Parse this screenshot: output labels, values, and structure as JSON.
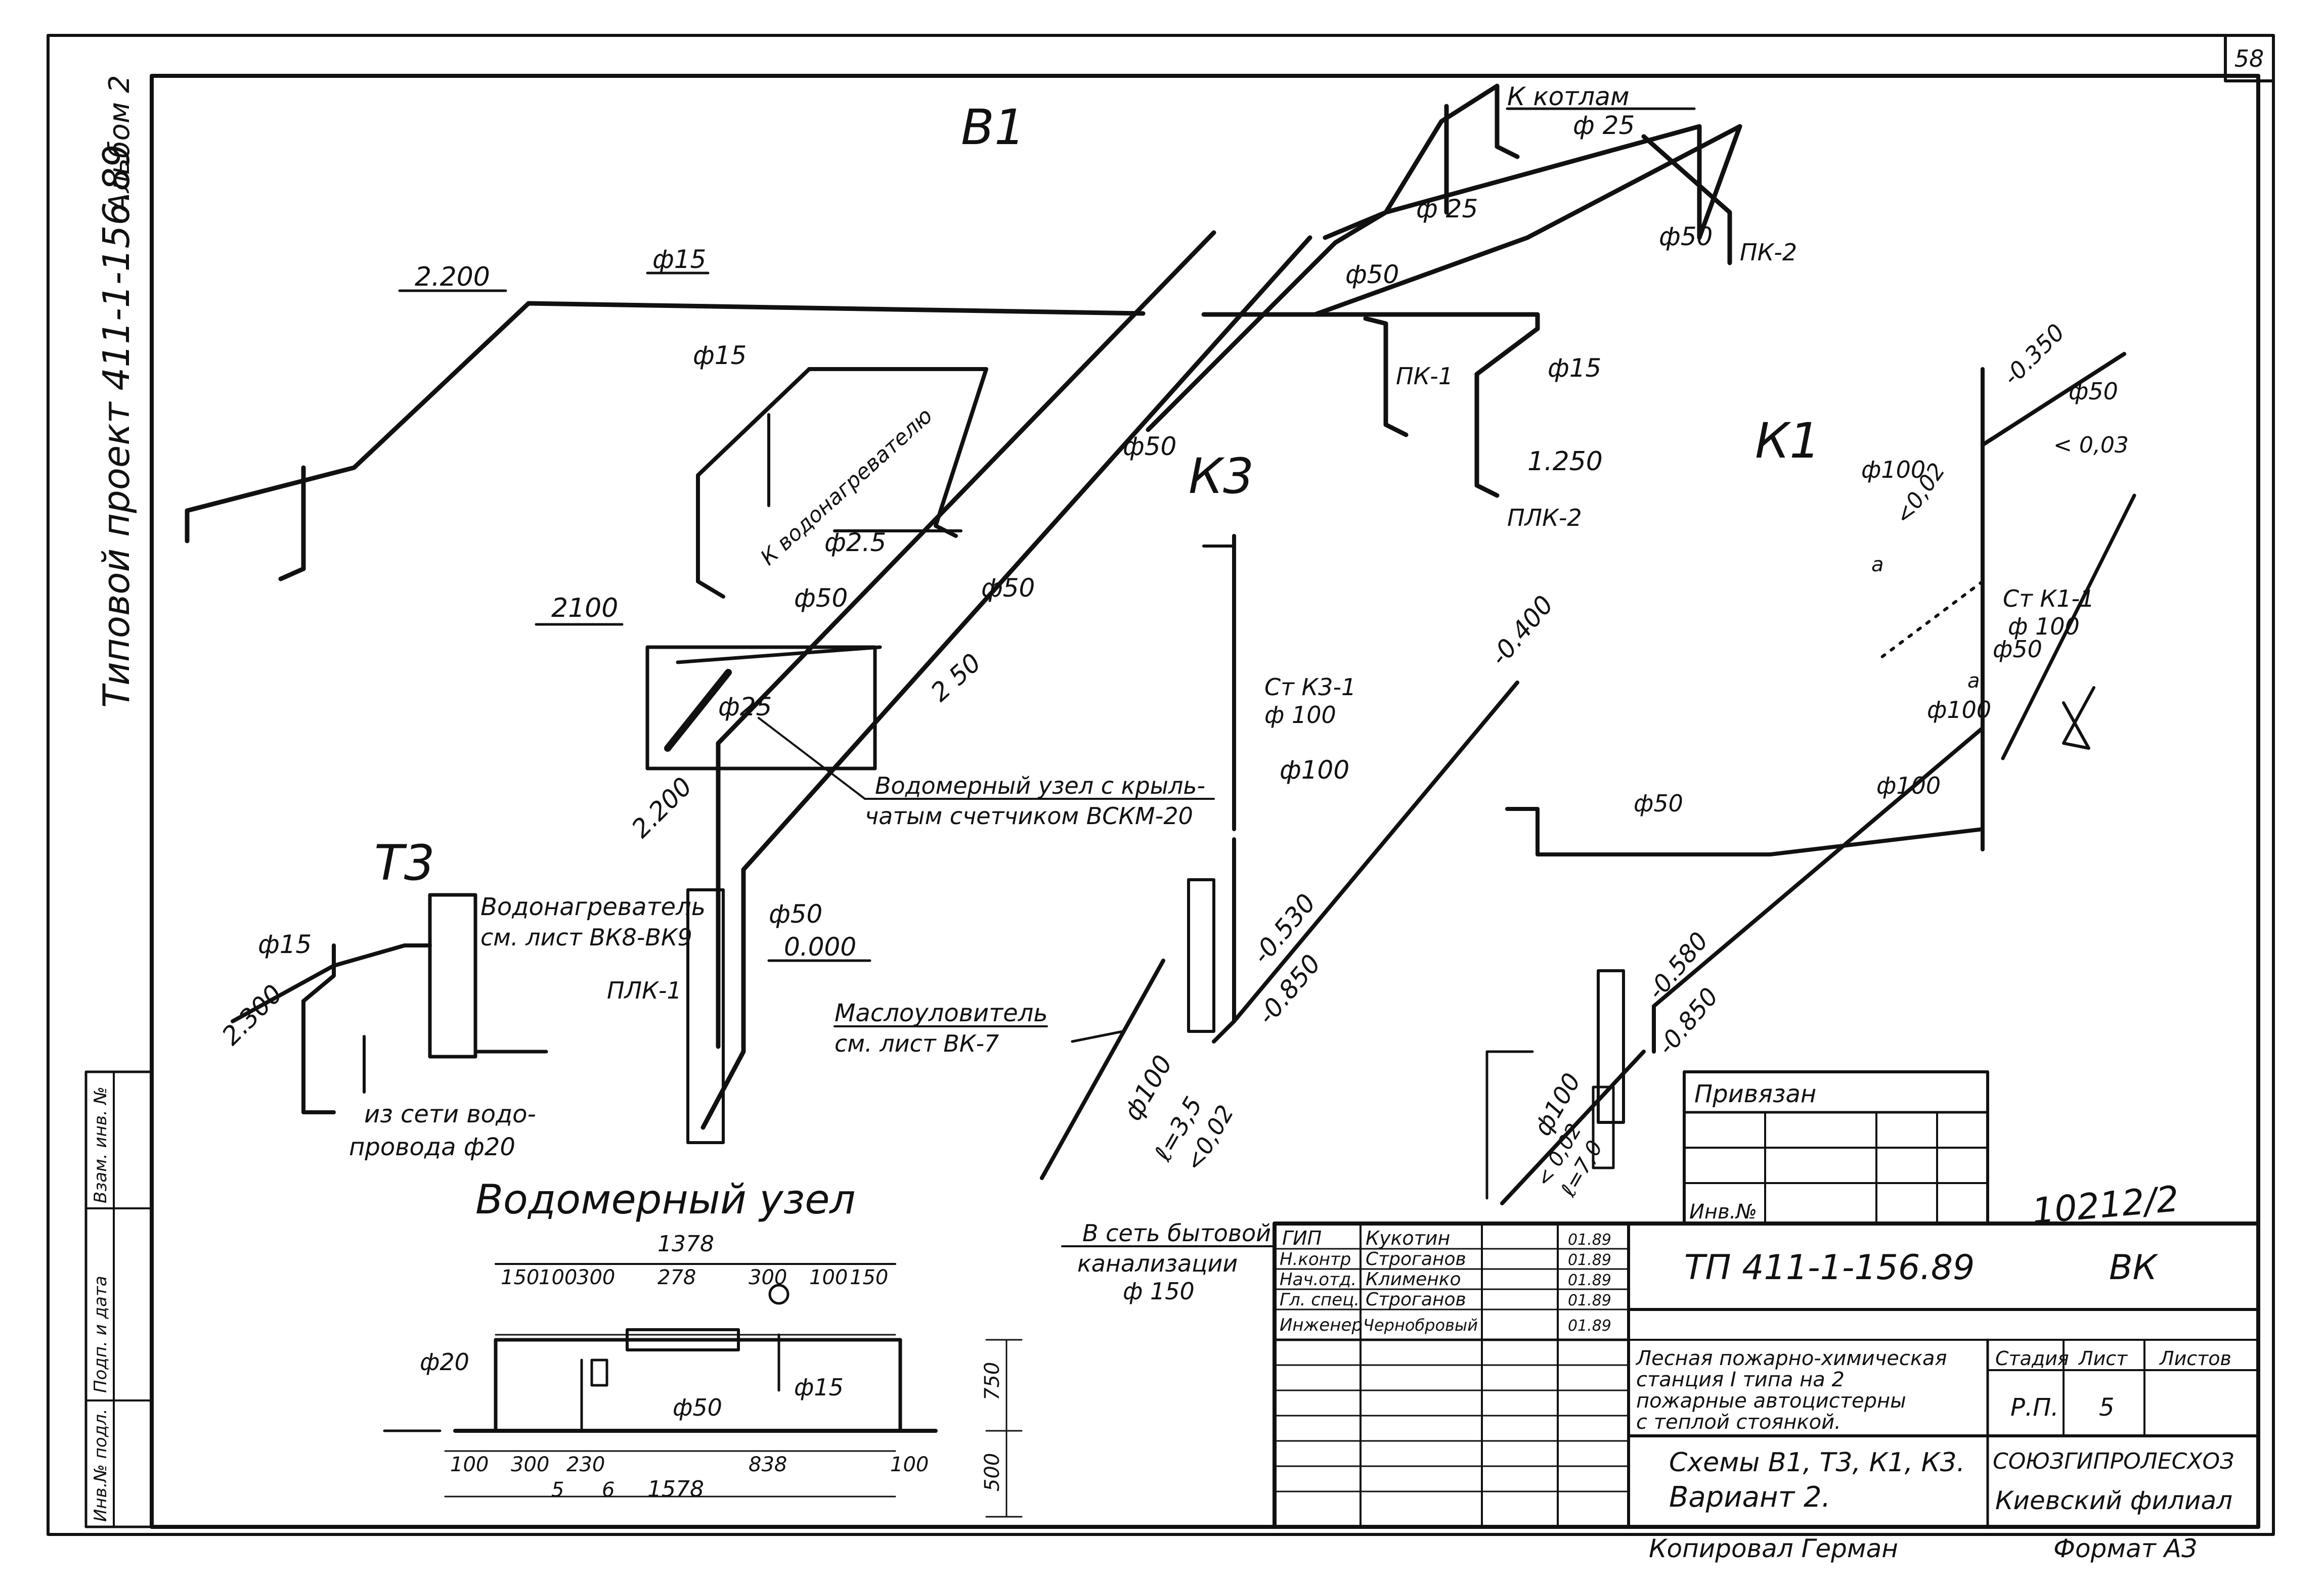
{
  "sheet_number": "58",
  "album": "Альбом 2",
  "project_left": "Типовой проект  411-1-156.89",
  "stamp_left": [
    "Инв.№ подл.",
    "Подп. и дата",
    "Взам. инв. №"
  ],
  "systems": {
    "b1": "В1",
    "t3": "Т3",
    "k1": "К1",
    "k3": "К3"
  },
  "b1": {
    "to_boilers": "К котлам",
    "d25_a": "ф 25",
    "d25_b": "ф 25",
    "d15_a": "ф15",
    "d15_b": "ф15",
    "d15_c": "ф15",
    "d50_a": "ф50",
    "d50_b": "ф50",
    "d50_c": "ф50",
    "d50_d": "ф50",
    "lvl_2200": "2.200",
    "lvl_1250": "1.250",
    "lvl_2100": "2100",
    "lvl_250": "2 50",
    "pk1": "ПК-1",
    "pk2": "ПК-2",
    "plk2": "ПЛК-2",
    "to_heater": "К водонагревателю",
    "d25_heater": "ф2.5",
    "d50_c2": "ф50",
    "d25_meter": "ф25"
  },
  "meter_callout": [
    "Водомерный узел с крыль-",
    "чатым счетчиком ВСКМ-20"
  ],
  "t3": {
    "heater": [
      "Водонагреватель",
      "см. лист ВК8-ВК9"
    ],
    "d15": "ф15",
    "lvl_2300": "2.300",
    "lvl_2200": "2.200",
    "lvl_0000": "0.000",
    "d50": "ф50",
    "plk1": "ПЛК-1",
    "from_net": [
      "из сети водо-",
      "провода ф20"
    ]
  },
  "k3": {
    "riser": "Ст К3-1",
    "riser_d": "ф 100",
    "d100_a": "ф100",
    "d100_b": "ф100",
    "lvl_0400": "-0.400",
    "lvl_0530": "-0.530",
    "lvl_0850": "-0.850",
    "slope": "ℓ=3,5",
    "slope2": "<0,02",
    "oil_trap": [
      "Маслоуловитель",
      "см. лист ВК-7"
    ],
    "sewer": [
      "В сеть бытовой",
      "канализации",
      "ф 150"
    ]
  },
  "k1": {
    "lvl_0350": "-0.350",
    "d50_a": "ф50",
    "slope_03": "< 0,03",
    "d100_a": "ф100",
    "slope_02": "<0,02",
    "riser": "Ст К1-1",
    "riser_d": "ф 100",
    "d50_b": "ф50",
    "d100_b": "ф100",
    "d100_c": "ф100",
    "d50_c": "ф50",
    "lvl_0580": "-0.580",
    "lvl_0850": "-0.850",
    "d100_d": "ф100",
    "slope3": "< 0,02",
    "len": "ℓ=7,0",
    "mark_a": "а",
    "mark_a2": "а"
  },
  "meter_node": {
    "title": "Водомерный узел",
    "dims_top": [
      "150",
      "100",
      "300",
      "278",
      "300",
      "100",
      "150"
    ],
    "total_top": "1378",
    "dims_bottom": [
      "100",
      "300",
      "230",
      "838",
      "100"
    ],
    "total_bottom": "1578",
    "small": [
      "5",
      "6"
    ],
    "d20": "ф20",
    "d50": "ф50",
    "d15": "ф15",
    "h750": "750",
    "h500": "500"
  },
  "privyazan": "Привязан",
  "inv_no": "Инв.№",
  "handwritten_no": "10212/2",
  "roles": [
    {
      "role": "ГИП",
      "name": "Кукотин",
      "date": "01.89"
    },
    {
      "role": "Н.контр",
      "name": "Строганов",
      "date": "01.89"
    },
    {
      "role": "Нач.отд.",
      "name": "Клименко",
      "date": "01.89"
    },
    {
      "role": "Гл. спец.",
      "name": "Строганов",
      "date": "01.89"
    },
    {
      "role": "Инженер",
      "name": "Чернобровый",
      "date": "01.89"
    }
  ],
  "doc_code": "ТП 411-1-156.89",
  "doc_mark": "ВК",
  "object_title": [
    "Лесная пожарно-химическая",
    "станция I типа на 2",
    "пожарные автоцистерны",
    "с теплой стоянкой."
  ],
  "sheet_title": [
    "Схемы В1, Т3, К1, К3.",
    "Вариант 2."
  ],
  "col_stage": "Стадия",
  "col_sheet": "Лист",
  "col_sheets": "Листов",
  "stage": "Р.П.",
  "sheet": "5",
  "org": [
    "СОЮЗГИПРОЛЕСХОЗ",
    "Киевский филиал"
  ],
  "copied": "Копировал  Герман",
  "format": "Формат А3"
}
